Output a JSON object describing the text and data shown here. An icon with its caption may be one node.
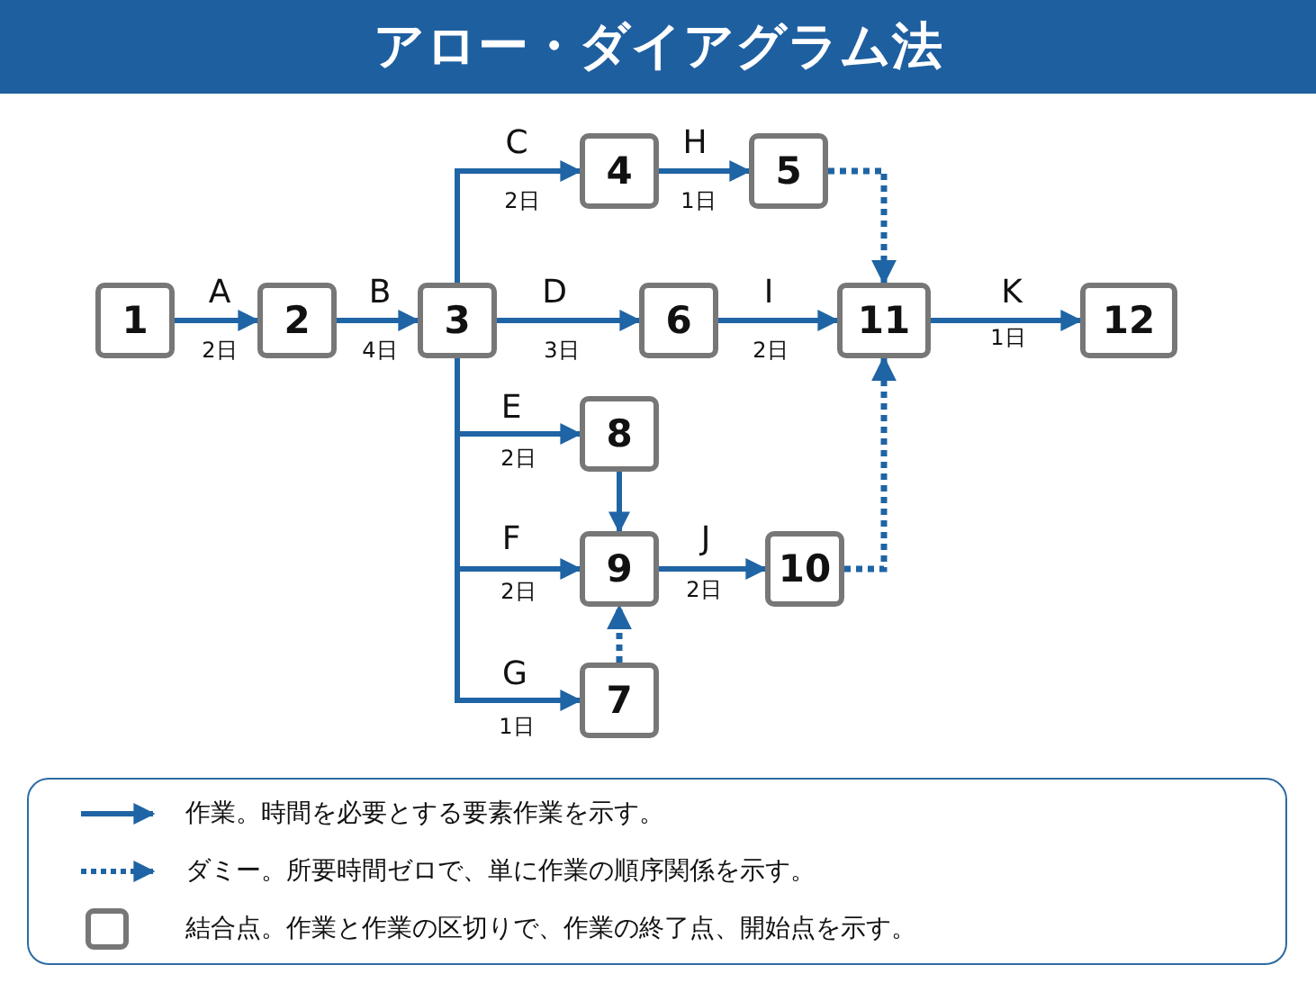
{
  "diagram": {
    "title": "アロー・ダイアグラム法",
    "nodes": [
      {
        "text": [
          "1"
        ]
      },
      {
        "text": [
          "2"
        ]
      },
      {
        "text": [
          "3"
        ]
      },
      {
        "text": [
          "4"
        ]
      },
      {
        "text": [
          "5"
        ]
      },
      {
        "text": [
          "6"
        ]
      },
      {
        "text": [
          "11"
        ]
      },
      {
        "text": [
          "12"
        ]
      },
      {
        "text": [
          "8"
        ]
      },
      {
        "text": [
          "9"
        ]
      },
      {
        "text": [
          "10"
        ]
      },
      {
        "text": [
          "7"
        ]
      }
    ],
    "edges": [
      {
        "from": 0,
        "to": 1,
        "arrow": "to",
        "label": "A"
      },
      {
        "from": 1,
        "to": 2,
        "arrow": "to",
        "label": "B"
      },
      {
        "from": 2,
        "to": 3,
        "arrow": "to",
        "label": "C"
      },
      {
        "from": 3,
        "to": 4,
        "arrow": "to",
        "label": "H"
      },
      {
        "from": 4,
        "to": 6,
        "arrow": "to",
        "style": "dashed"
      },
      {
        "from": 2,
        "to": 5,
        "arrow": "to",
        "label": "D"
      },
      {
        "from": 5,
        "to": 6,
        "arrow": "to",
        "label": "I"
      },
      {
        "from": 6,
        "to": 7,
        "arrow": "to",
        "label": "K"
      },
      {
        "from": 2,
        "to": 8,
        "arrow": "to",
        "label": "E"
      },
      {
        "from": 8,
        "to": 9,
        "arrow": "to"
      },
      {
        "from": 2,
        "to": 9,
        "arrow": "to",
        "label": "F"
      },
      {
        "from": 9,
        "to": 10,
        "arrow": "to",
        "label": "J"
      },
      {
        "from": 10,
        "to": 6,
        "arrow": "to",
        "style": "dashed"
      },
      {
        "from": 2,
        "to": 11,
        "arrow": "to",
        "label": "G"
      },
      {
        "from": 11,
        "to": 9,
        "arrow": "to",
        "style": "dashed"
      }
    ],
    "labels": [
      "2日",
      "1日",
      "2日",
      "4日",
      "3日",
      "2日",
      "1日",
      "2日",
      "2日",
      "2日",
      "1日"
    ],
    "legend": [
      {
        "text": "作業。時間を必要とする要素作業を示す。"
      },
      {
        "text": "ダミー。所要時間ゼロで、単に作業の順序関係を示す。"
      },
      {
        "text": "結合点。作業と作業の区切りで、作業の終了点、開始点を示す。"
      }
    ]
  }
}
